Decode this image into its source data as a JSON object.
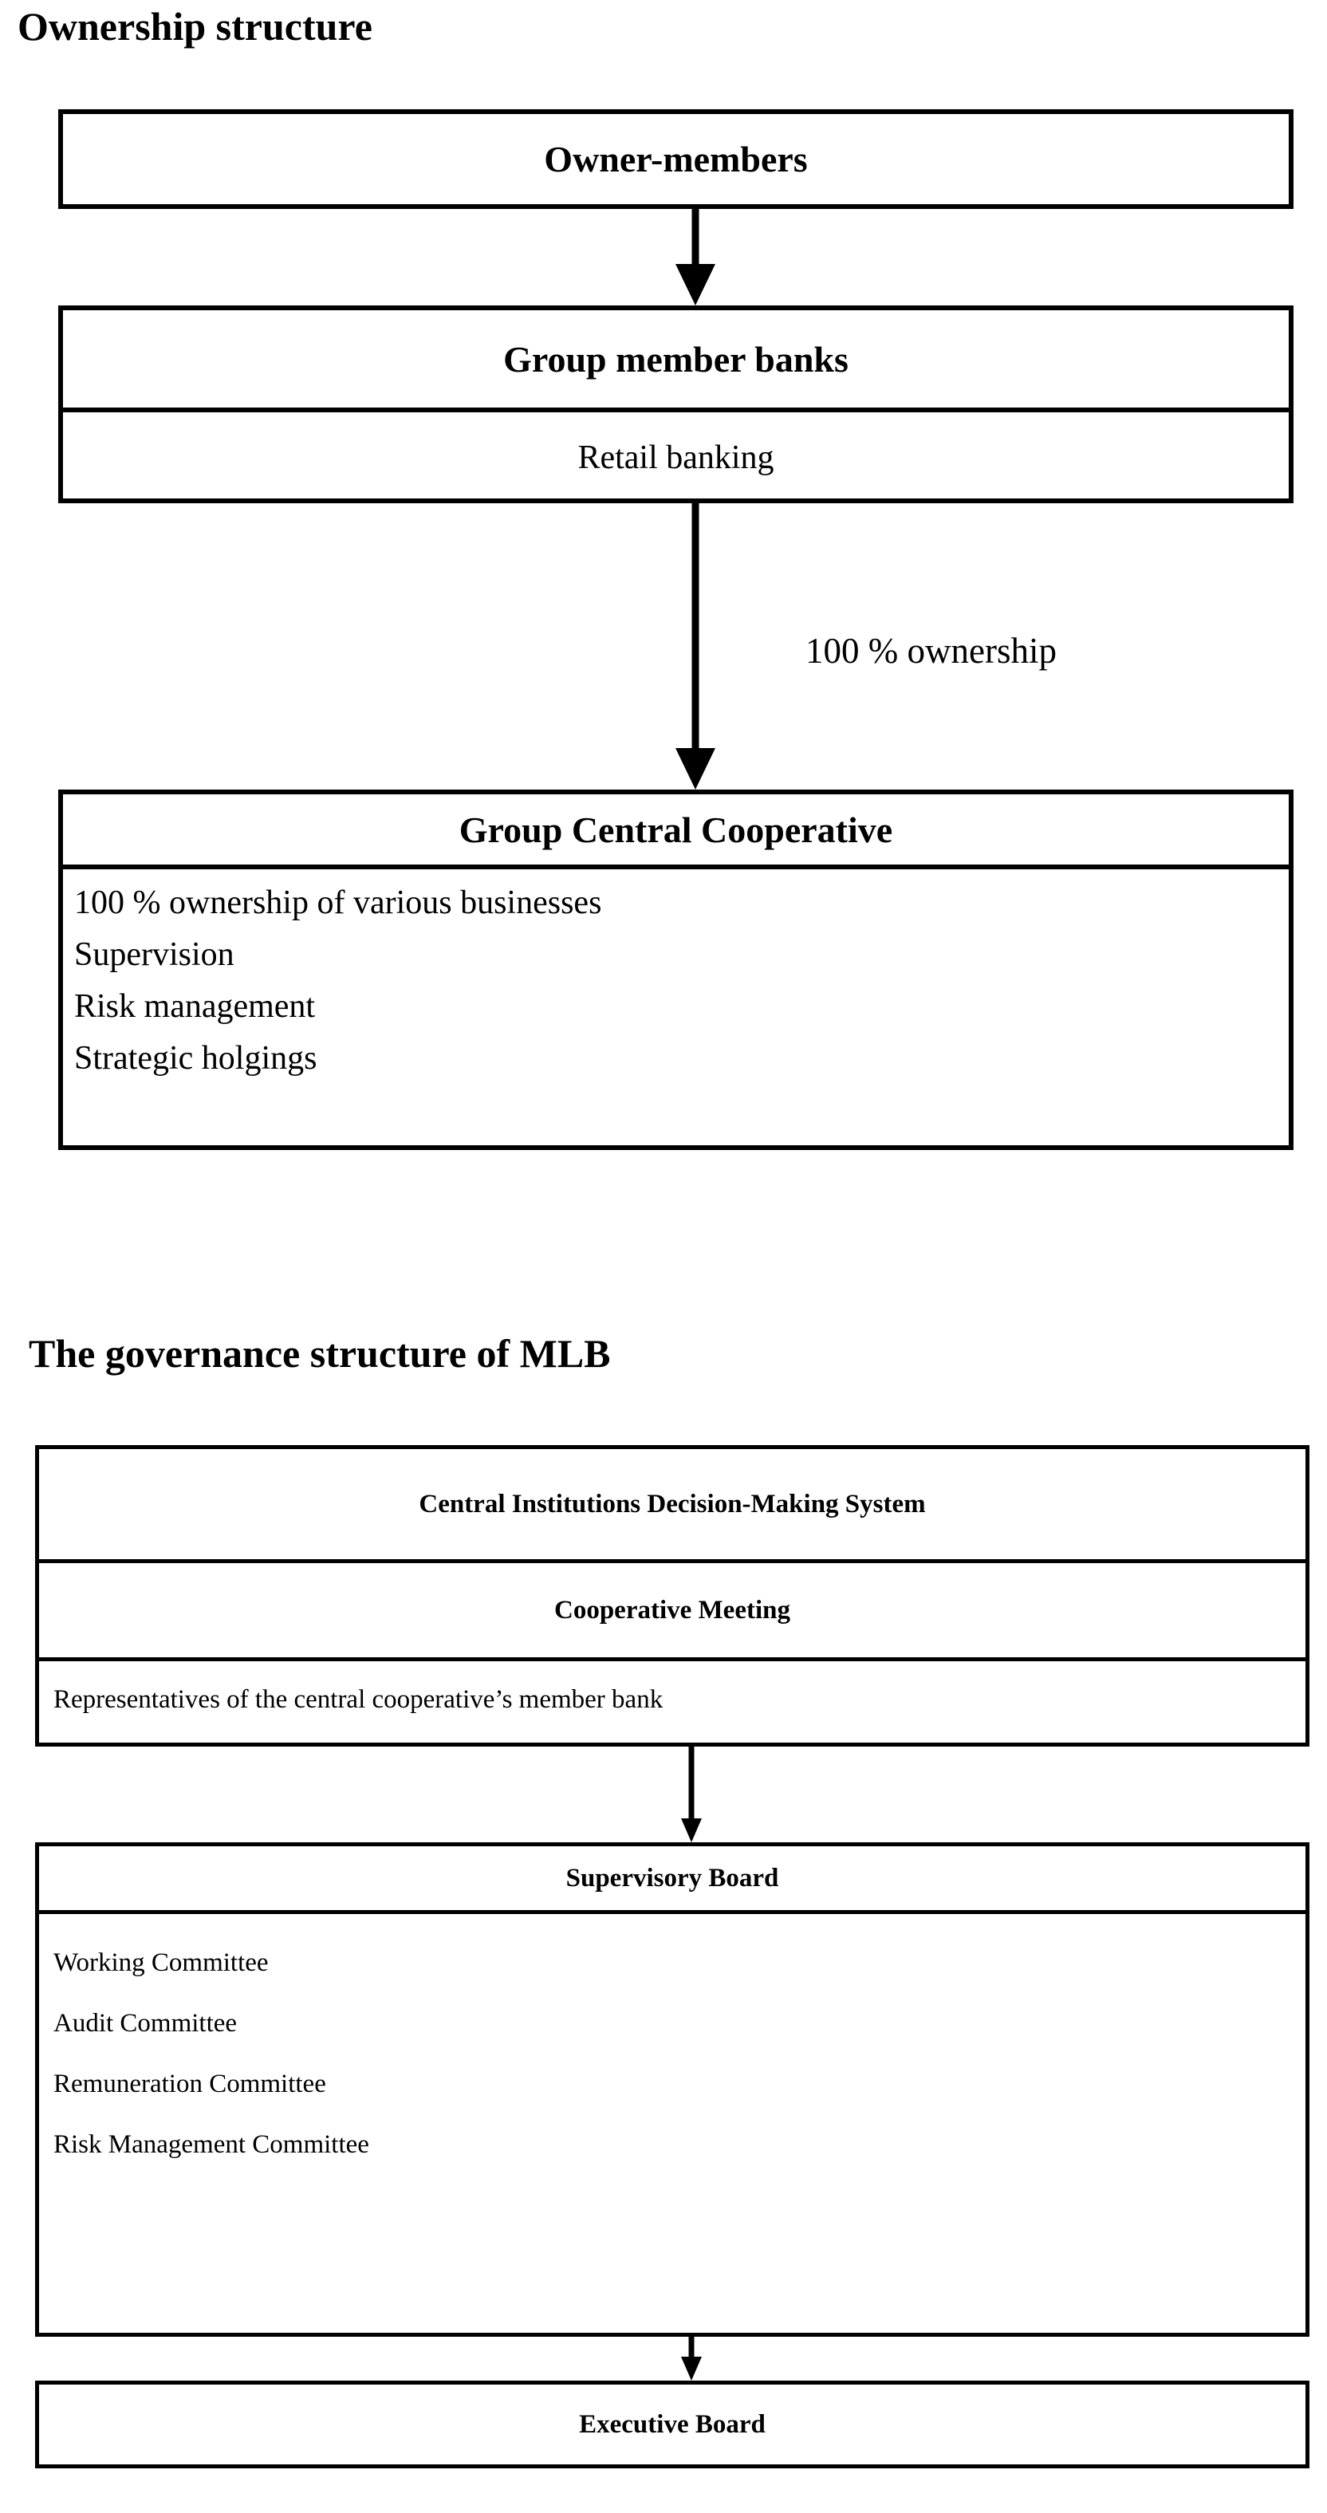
{
  "page": {
    "background_color": "#ffffff",
    "text_color": "#000000",
    "line_color": "#000000"
  },
  "sections": [
    {
      "id": "ownership-structure",
      "heading": "Ownership structure",
      "nodes": [
        {
          "id": "owner-members",
          "title": "Owner-members",
          "details": []
        },
        {
          "id": "group-member-banks",
          "title": "Group member banks",
          "details": [
            "Retail banking"
          ]
        },
        {
          "id": "group-central-cooperative",
          "title": "Group Central Cooperative",
          "details": [
            "100 % ownership of various businesses",
            "Supervision",
            "Risk management",
            "Strategic holgings"
          ]
        }
      ],
      "edges": [
        {
          "id": "owners-to-banks",
          "from": "owner-members",
          "to": "group-member-banks",
          "label": ""
        },
        {
          "id": "banks-to-coop",
          "from": "group-member-banks",
          "to": "group-central-cooperative",
          "label": "100 % ownership"
        }
      ]
    },
    {
      "id": "governance-structure",
      "heading": "The governance structure of MLB",
      "nodes": [
        {
          "id": "central-decision-system",
          "title": "Central Institutions Decision-Making System",
          "subtitle": "Cooperative Meeting",
          "details": [
            "Representatives of the central cooperative’s member bank"
          ]
        },
        {
          "id": "supervisory-board",
          "title": "Supervisory Board",
          "details": [
            "Working Committee",
            "Audit Committee",
            "Remuneration Committee",
            "Risk Management Committee"
          ]
        },
        {
          "id": "executive-board",
          "title": "Executive Board",
          "details": []
        }
      ],
      "edges": [
        {
          "id": "decision-to-supervisory",
          "from": "central-decision-system",
          "to": "supervisory-board",
          "label": ""
        },
        {
          "id": "supervisory-to-executive",
          "from": "supervisory-board",
          "to": "executive-board",
          "label": ""
        }
      ]
    }
  ]
}
